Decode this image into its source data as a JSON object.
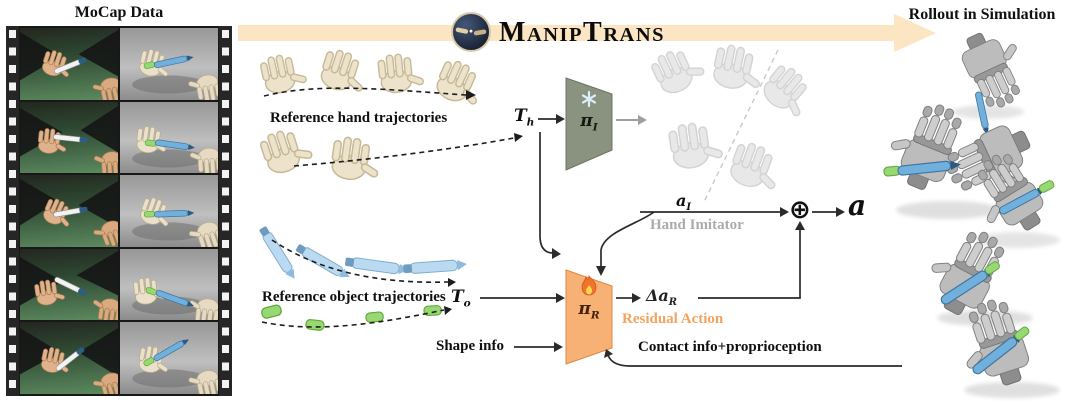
{
  "mocap": {
    "title": "MoCap Data"
  },
  "banner": {
    "title": "ManipTrans",
    "title_parts": {
      "p1": "M",
      "p2": "ANIP",
      "p3": "T",
      "p4": "RANS"
    },
    "logo_icon": "touching-hands-logo",
    "arrow_color": "#fce5c2"
  },
  "rollout": {
    "title": "Rollout in Simulation"
  },
  "pipeline": {
    "labels": {
      "ref_hand": "Reference hand trajectories",
      "ref_obj": "Reference object trajectories",
      "shape_info": "Shape info",
      "hand_imitator": "Hand Imitator",
      "residual_action": "Residual Action",
      "contact_info": "Contact info+proprioception"
    },
    "symbols": {
      "traj_base": "T",
      "traj_hand_sub": "h",
      "traj_obj_sub": "o",
      "pi": "π",
      "imitator_sub": "I",
      "residual_sub": "R",
      "action_base": "a",
      "action_imitator_sub": "I",
      "delta": "Δ",
      "residual_action_sub": "R",
      "oplus": "⊕",
      "final_action": "a"
    },
    "icons": {
      "imitator_badge": "snowflake-frozen",
      "residual_badge": "flame-trainable"
    },
    "colors": {
      "imitator_block": "#8a937f",
      "residual_block": "#f7b175",
      "residual_text": "#f2a35e",
      "imitator_text": "#ababab",
      "banner_arrow": "#fce5c2"
    }
  }
}
